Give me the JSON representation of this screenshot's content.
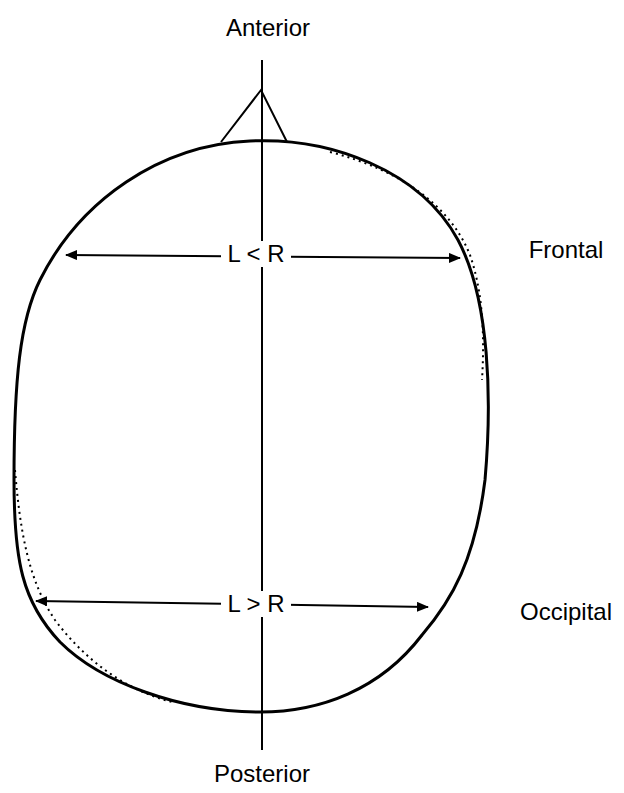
{
  "diagram": {
    "labels": [
      "Anterior",
      "L < R",
      "Frontal",
      "L > R",
      "Occipital",
      "Posterior"
    ]
  }
}
